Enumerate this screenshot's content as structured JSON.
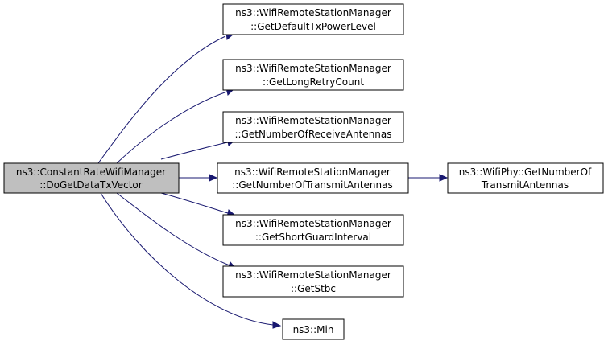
{
  "colors": {
    "root_fill": "#bfbfbf",
    "node_fill": "#ffffff",
    "border": "#000000",
    "edge": "#191970"
  },
  "root": {
    "line1": "ns3::ConstantRateWifiManager",
    "line2": "::DoGetDataTxVector"
  },
  "callees": [
    {
      "line1": "ns3::WifiRemoteStationManager",
      "line2": "::GetDefaultTxPowerLevel"
    },
    {
      "line1": "ns3::WifiRemoteStationManager",
      "line2": "::GetLongRetryCount"
    },
    {
      "line1": "ns3::WifiRemoteStationManager",
      "line2": "::GetNumberOfReceiveAntennas"
    },
    {
      "line1": "ns3::WifiRemoteStationManager",
      "line2": "::GetNumberOfTransmitAntennas"
    },
    {
      "line1": "ns3::WifiRemoteStationManager",
      "line2": "::GetShortGuardInterval"
    },
    {
      "line1": "ns3::WifiRemoteStationManager",
      "line2": "::GetStbc"
    },
    {
      "line1": "ns3::Min",
      "line2": ""
    }
  ],
  "secondary": {
    "line1": "ns3::WifiPhy::GetNumberOf",
    "line2": "TransmitAntennas"
  }
}
